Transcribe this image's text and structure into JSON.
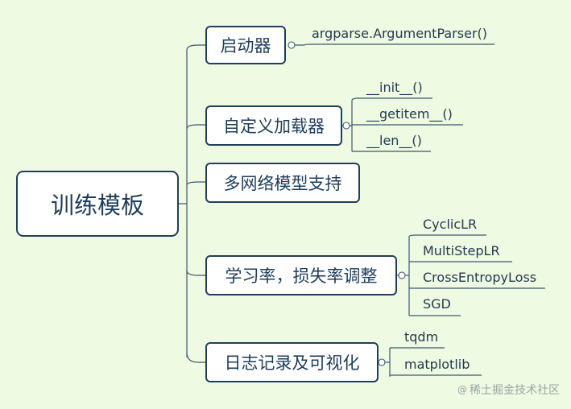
{
  "root": {
    "label": "训练模板"
  },
  "branches": [
    {
      "label": "启动器",
      "children": [
        "argparse.ArgumentParser()"
      ]
    },
    {
      "label": "自定义加载器",
      "children": [
        "__init__()",
        "__getitem__()",
        "__len__()"
      ]
    },
    {
      "label": "多网络模型支持",
      "children": []
    },
    {
      "label": "学习率，损失率调整",
      "children": [
        "CyclicLR",
        "MultiStepLR",
        "CrossEntropyLoss",
        "SGD"
      ]
    },
    {
      "label": "日志记录及可视化",
      "children": [
        "tqdm",
        "matplotlib"
      ]
    }
  ],
  "watermark": {
    "text": "稀土掘金技术社区",
    "icon": "at-icon"
  },
  "colors": {
    "background": "#eefae2",
    "box_border": "#1f3f5a",
    "line": "#3d5873",
    "text": "#1e3d59"
  }
}
